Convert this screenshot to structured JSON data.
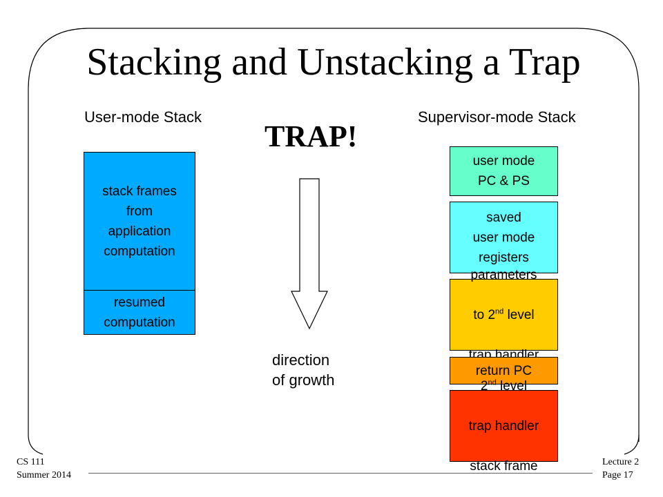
{
  "slide": {
    "title": "Stacking and Unstacking a Trap",
    "user_stack_heading": "User-mode Stack",
    "supervisor_stack_heading": "Supervisor-mode Stack",
    "trap_label": "TRAP!",
    "growth_label_line1": "direction",
    "growth_label_line2": "of growth"
  },
  "user_stack": [
    {
      "text": "stack frames\nfrom\napplication\ncomputation",
      "color": "#00aaff"
    },
    {
      "text": "resumed\ncomputation",
      "color": "#00aaff"
    }
  ],
  "supervisor_stack": [
    {
      "text": "user mode\nPC & PS",
      "color": "#66ffcc"
    },
    {
      "text": "saved\nuser mode\nregisters",
      "color": "#66ffff"
    },
    {
      "line1": "parameters",
      "line2_pre": "to 2",
      "line2_sup": "nd",
      "line2_post": " level",
      "line3": "trap handler",
      "color": "#ffcc00"
    },
    {
      "text": "return PC",
      "color": "#ff9900"
    },
    {
      "line1_pre": "2",
      "line1_sup": "nd",
      "line1_post": " level",
      "line2": "trap handler",
      "line3": "stack frame",
      "color": "#ff3300"
    }
  ],
  "footer": {
    "course": "CS 111",
    "term": "Summer 2014",
    "lecture": "Lecture 2",
    "page": "Page 17"
  }
}
